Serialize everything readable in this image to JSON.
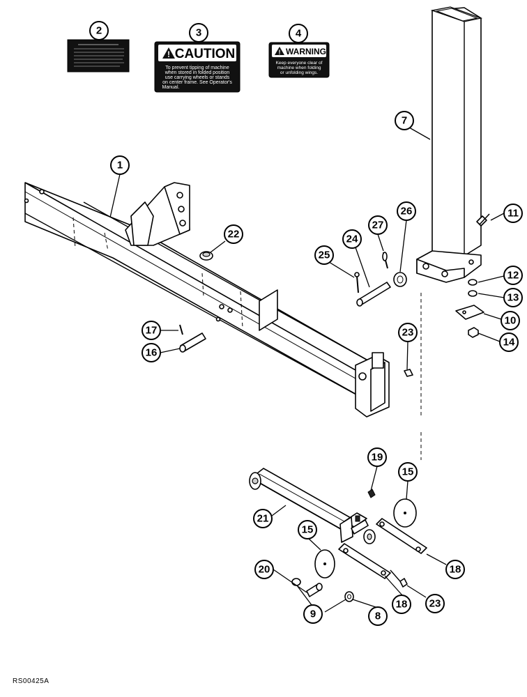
{
  "figure_id": "RS00425A",
  "callouts": [
    "1",
    "2",
    "3",
    "4",
    "7",
    "11",
    "26",
    "27",
    "24",
    "25",
    "22",
    "12",
    "13",
    "10",
    "14",
    "17",
    "16",
    "23",
    "19",
    "15",
    "21",
    "15",
    "20",
    "18",
    "9",
    "8",
    "18",
    "23"
  ],
  "decals": {
    "caution": {
      "heading": "CAUTION",
      "lines": [
        "To prevent tipping of machine",
        "when stored in folded position",
        "use carrying wheels or stands",
        "on center frame. See Operator's",
        "Manual."
      ]
    },
    "warning": {
      "heading": "WARNING",
      "lines": [
        "Keep everyone clear of",
        "machine when folding",
        "or unfolding wings."
      ]
    }
  }
}
